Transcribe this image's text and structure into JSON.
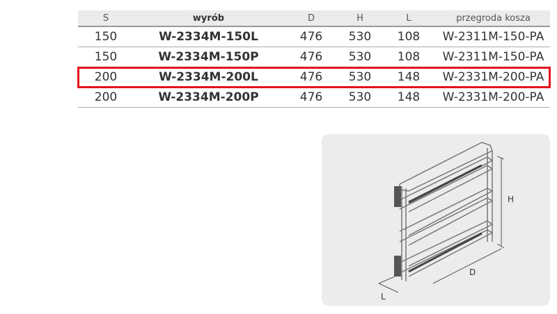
{
  "table": {
    "headers": [
      "S",
      "wyrób",
      "D",
      "H",
      "L",
      "przegroda kosza"
    ],
    "rows": [
      [
        "150",
        "W-2334M-150L",
        "476",
        "530",
        "108",
        "W-2311M-150-PA"
      ],
      [
        "150",
        "W-2334M-150P",
        "476",
        "530",
        "108",
        "W-2311M-150-PA"
      ],
      [
        "200",
        "W-2334M-200L",
        "476",
        "530",
        "148",
        "W-2331M-200-PA"
      ],
      [
        "200",
        "W-2334M-200P",
        "476",
        "530",
        "148",
        "W-2331M-200-PA"
      ]
    ],
    "highlighted_row": 2,
    "highlight_color": "#e4141b"
  },
  "diagram": {
    "labels": {
      "height": "H",
      "depth": "D",
      "length": "L"
    }
  }
}
